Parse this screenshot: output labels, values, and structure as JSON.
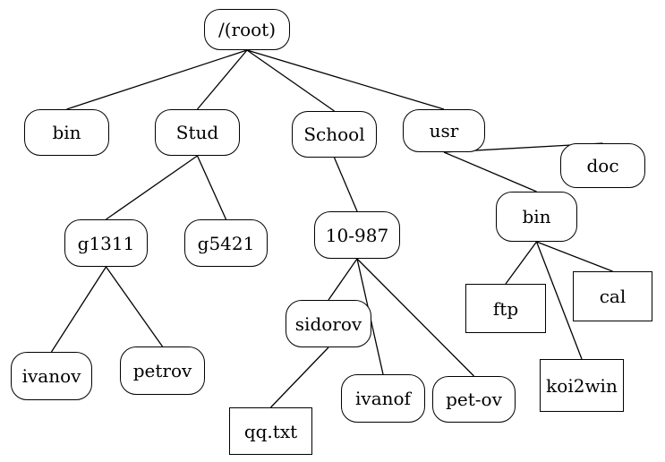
{
  "nodes": {
    "root": {
      "label": "/(root)",
      "kind": "directory"
    },
    "bin": {
      "label": "bin",
      "kind": "directory"
    },
    "stud": {
      "label": "Stud",
      "kind": "directory"
    },
    "school": {
      "label": "School",
      "kind": "directory"
    },
    "usr": {
      "label": "usr",
      "kind": "directory"
    },
    "doc": {
      "label": "doc",
      "kind": "directory"
    },
    "usr_bin": {
      "label": "bin",
      "kind": "directory"
    },
    "g1311": {
      "label": "g1311",
      "kind": "directory"
    },
    "g5421": {
      "label": "g5421",
      "kind": "directory"
    },
    "n10_987": {
      "label": "10-987",
      "kind": "directory"
    },
    "sidorov": {
      "label": "sidorov",
      "kind": "directory"
    },
    "ivanov": {
      "label": "ivanov",
      "kind": "directory"
    },
    "petrov": {
      "label": "petrov",
      "kind": "directory"
    },
    "ivanof": {
      "label": "ivanof",
      "kind": "directory"
    },
    "pet_ov": {
      "label": "pet-ov",
      "kind": "directory"
    },
    "qq_txt": {
      "label": "qq.txt",
      "kind": "file"
    },
    "ftp": {
      "label": "ftp",
      "kind": "file"
    },
    "cal": {
      "label": "cal",
      "kind": "file"
    },
    "koi2win": {
      "label": "koi2win",
      "kind": "file"
    }
  },
  "edges": [
    [
      "root",
      "bin"
    ],
    [
      "root",
      "stud"
    ],
    [
      "root",
      "school"
    ],
    [
      "root",
      "usr"
    ],
    [
      "stud",
      "g1311"
    ],
    [
      "stud",
      "g5421"
    ],
    [
      "school",
      "n10_987"
    ],
    [
      "usr",
      "doc"
    ],
    [
      "usr",
      "usr_bin"
    ],
    [
      "g1311",
      "ivanov"
    ],
    [
      "g1311",
      "petrov"
    ],
    [
      "n10_987",
      "sidorov"
    ],
    [
      "n10_987",
      "ivanof"
    ],
    [
      "n10_987",
      "pet_ov"
    ],
    [
      "sidorov",
      "qq_txt"
    ],
    [
      "usr_bin",
      "ftp"
    ],
    [
      "usr_bin",
      "cal"
    ],
    [
      "usr_bin",
      "koi2win"
    ]
  ]
}
